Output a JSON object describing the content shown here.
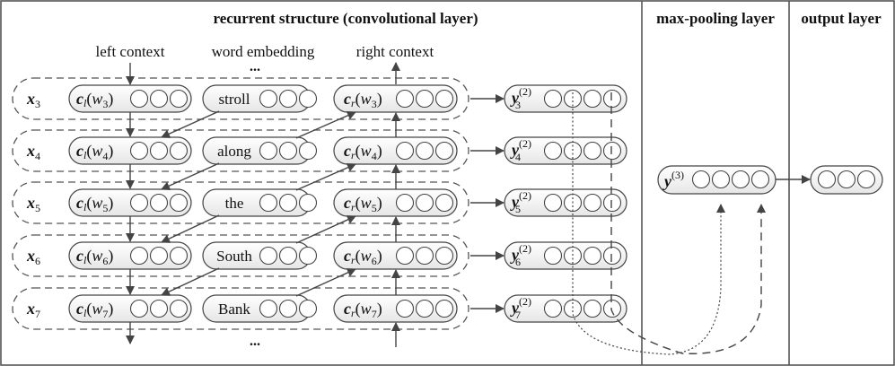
{
  "headings": {
    "recurrent": "recurrent structure (convolutional layer)",
    "maxpool": "max-pooling layer",
    "output": "output layer"
  },
  "column_labels": {
    "left": "left context",
    "embedding": "word embedding",
    "right": "right context"
  },
  "ellipsis": "...",
  "rows": [
    {
      "x_label": "x",
      "x_sub": "3",
      "cl_sub": "3",
      "word": "stroll",
      "cr_sub": "3",
      "y_sub": "3"
    },
    {
      "x_label": "x",
      "x_sub": "4",
      "cl_sub": "4",
      "word": "along",
      "cr_sub": "4",
      "y_sub": "4"
    },
    {
      "x_label": "x",
      "x_sub": "5",
      "cl_sub": "5",
      "word": "the",
      "cr_sub": "5",
      "y_sub": "5"
    },
    {
      "x_label": "x",
      "x_sub": "6",
      "cl_sub": "6",
      "word": "South",
      "cr_sub": "6",
      "y_sub": "6"
    },
    {
      "x_label": "x",
      "x_sub": "7",
      "cl_sub": "7",
      "word": "Bank",
      "cr_sub": "7",
      "y_sub": "7"
    }
  ],
  "notation": {
    "c": "c",
    "l": "l",
    "r": "r",
    "w": "w",
    "y": "y",
    "y2_sup": "(2)",
    "y3_sup": "(3)",
    "open_paren": "(",
    "close_paren": ")"
  },
  "neurons": {
    "context_count": 3,
    "embedding_count": 3,
    "conv_count": 4,
    "pool_count": 4,
    "output_count": 3
  }
}
